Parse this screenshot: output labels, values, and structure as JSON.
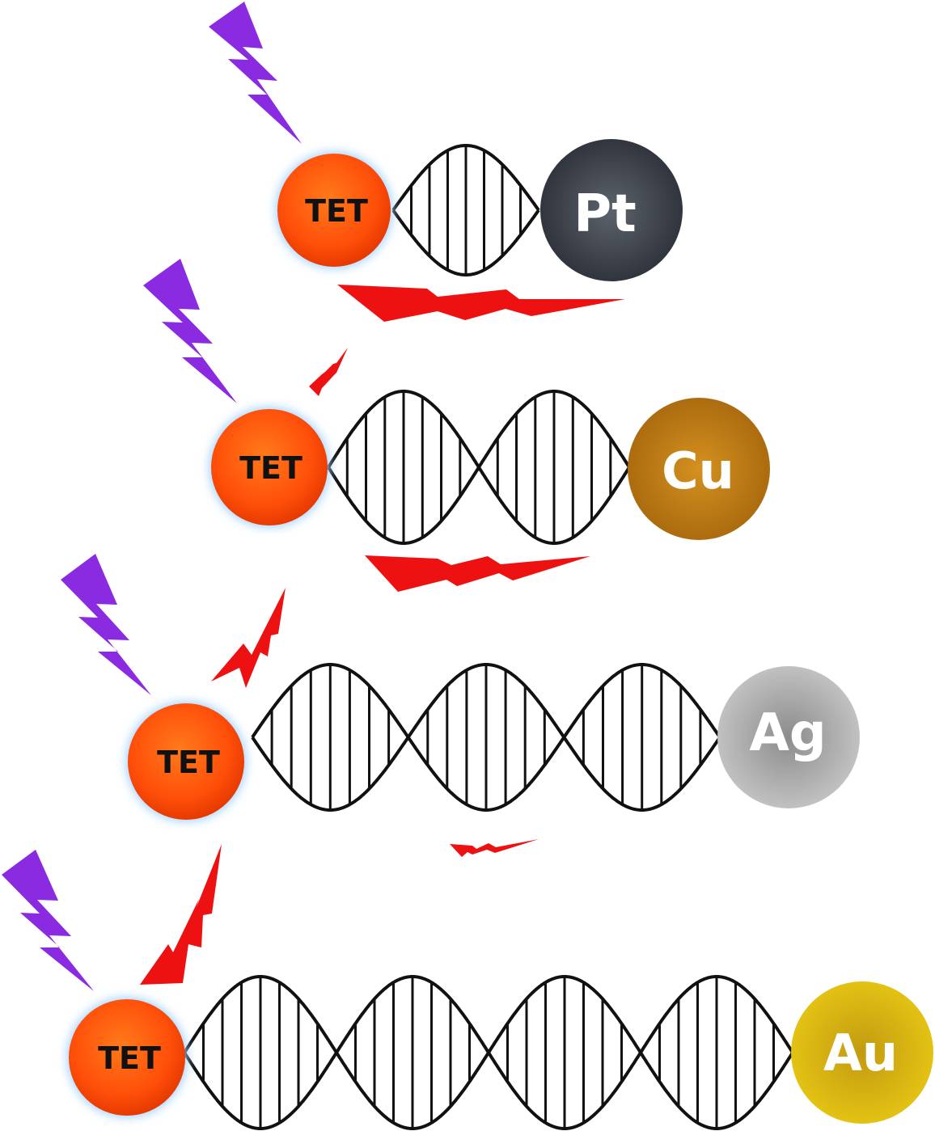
{
  "constructs": [
    {
      "fluorophore": "TET",
      "particle": "Pt",
      "particle_color": "#3a3f47"
    },
    {
      "fluorophore": "TET",
      "particle": "Cu",
      "particle_color": "#c07a1c"
    },
    {
      "fluorophore": "TET",
      "particle": "Ag",
      "particle_color": "#a8a8a8"
    },
    {
      "fluorophore": "TET",
      "particle": "Au",
      "particle_color": "#d6b40c"
    }
  ],
  "colors": {
    "fluorophore": "#ff5a10",
    "fluorophore_glow": "#9fd0ff",
    "excitation_bolt": "#8a2be2",
    "emission_bolt": "#ee1111",
    "dna": "#111111"
  }
}
